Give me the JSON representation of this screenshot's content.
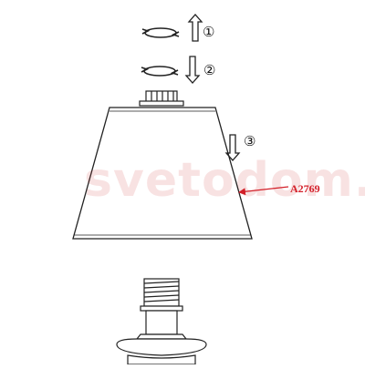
{
  "watermark": "svetodom.ru",
  "steps": [
    "①",
    "②",
    "③"
  ],
  "part_label": "A2769",
  "colors": {
    "line": "#222222",
    "accent": "#d4202a"
  },
  "icons": [
    "rotate-icon",
    "arrow-up-icon",
    "arrow-down-icon"
  ]
}
